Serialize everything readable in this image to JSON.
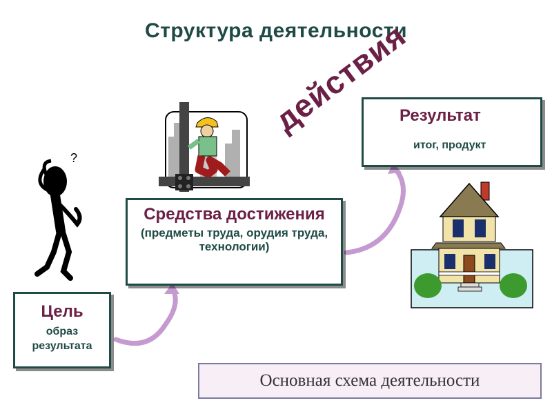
{
  "title": "Структура  деятельности",
  "goal": {
    "title": "Цель",
    "subtitle": "образ результата"
  },
  "means": {
    "title": "Средства достижения",
    "subtitle": "(предметы труда, орудия труда, технологии)"
  },
  "result": {
    "title": "Результат",
    "subtitle": "итог, продукт"
  },
  "actions_label": "действия",
  "caption": "Основная схема деятельности",
  "colors": {
    "dark_teal": "#1f4a45",
    "maroon": "#6b2046",
    "arrow": "#c59ad0",
    "caption_bg": "#f8eef5"
  },
  "icons": [
    "thinking-person-icon",
    "worker-icon",
    "house-icon"
  ]
}
